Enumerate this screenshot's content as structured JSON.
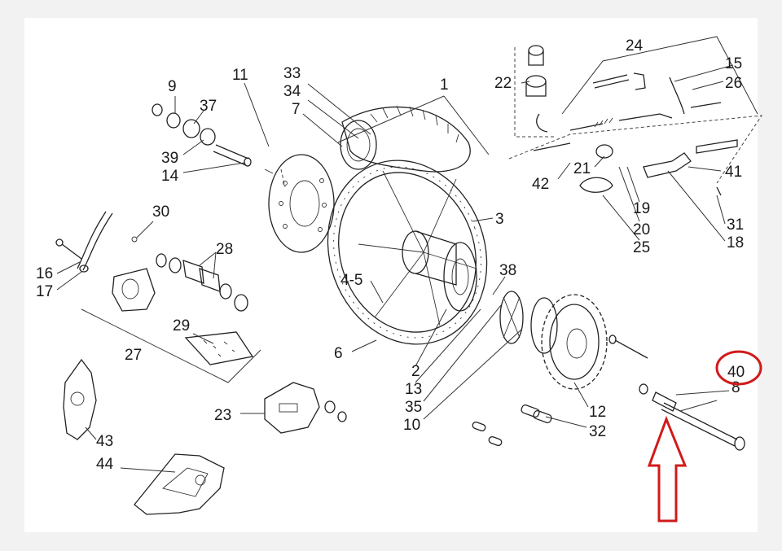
{
  "labels": {
    "l1": "1",
    "l2": "2",
    "l3": "3",
    "l4_5": "4-5",
    "l6": "6",
    "l7": "7",
    "l8": "8",
    "l9": "9",
    "l10": "10",
    "l11": "11",
    "l12": "12",
    "l13": "13",
    "l14": "14",
    "l15": "15",
    "l16": "16",
    "l17": "17",
    "l18": "18",
    "l19": "19",
    "l20": "20",
    "l21": "21",
    "l22": "22",
    "l23": "23",
    "l24": "24",
    "l25": "25",
    "l26": "26",
    "l27": "27",
    "l28": "28",
    "l29": "29",
    "l30": "30",
    "l31": "31",
    "l32": "32",
    "l33": "33",
    "l34": "34",
    "l35": "35",
    "l37": "37",
    "l38": "38",
    "l39": "39",
    "l40": "40",
    "l41": "41",
    "l42": "42",
    "l43": "43",
    "l44": "44"
  },
  "highlight": {
    "target_part": "40",
    "color": "#d11a1a",
    "circle_icon": "highlight-circle",
    "pointer_icon": "up-arrow-icon"
  }
}
